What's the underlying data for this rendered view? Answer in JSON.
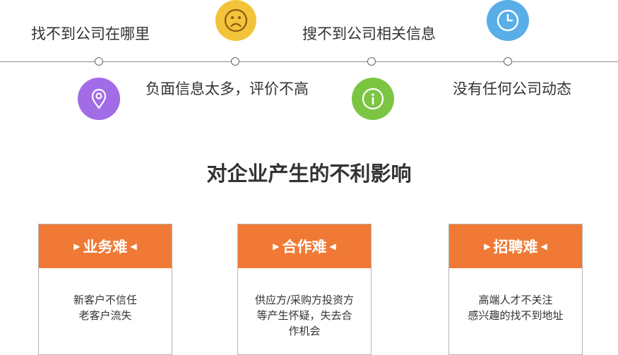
{
  "issues": {
    "top_1": "找不到公司在哪里",
    "top_2": "搜不到公司相关信息",
    "bottom_1": "负面信息太多，评价不高",
    "bottom_2": "没有任何公司动态"
  },
  "icons": {
    "sad_face": "sad-face-icon",
    "clock": "clock-icon",
    "location_pin": "location-pin-icon",
    "info": "info-icon"
  },
  "heading": "对企业产生的不利影响",
  "cards": [
    {
      "title": "业务难",
      "lines": [
        "新客户不信任",
        "老客户流失"
      ]
    },
    {
      "title": "合作难",
      "lines": [
        "供应方/采购方投资方",
        "等产生怀疑，失去合",
        "作机会"
      ]
    },
    {
      "title": "招聘难",
      "lines": [
        "高端人才不关注",
        "感兴趣的找不到地址"
      ]
    }
  ],
  "colors": {
    "card_header": "#f07a35",
    "sad_face": "#f3c43a",
    "clock": "#5aaee8",
    "location_pin": "#a16ce6",
    "info": "#7cc543"
  }
}
